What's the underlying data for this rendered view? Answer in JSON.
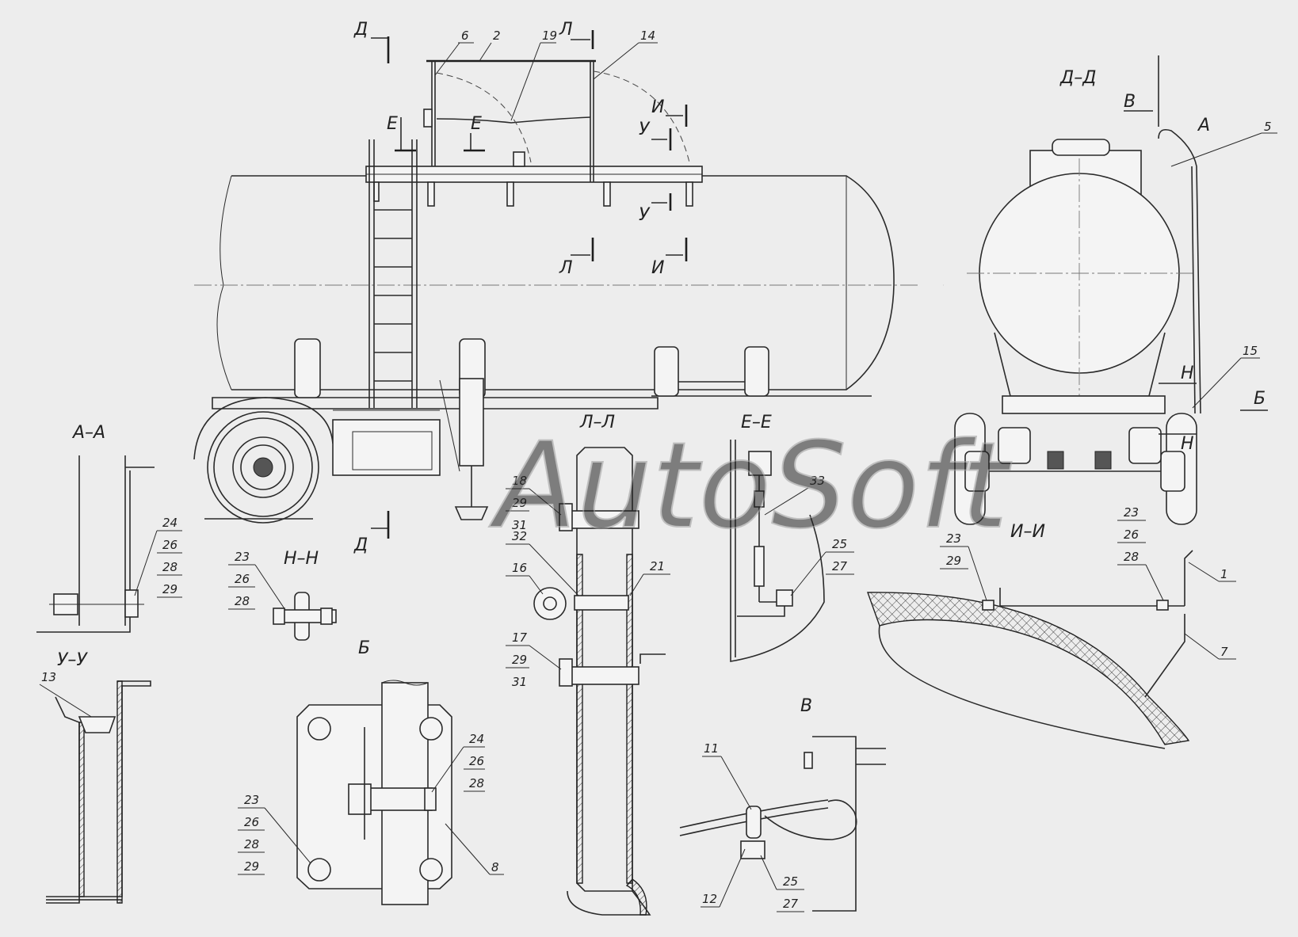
{
  "watermark": "AutoSoft",
  "sections": {
    "dd_top": "Д",
    "dd_bottom": "Д",
    "dd_view": "Д–Д",
    "e_left": "Е",
    "e_right": "Е",
    "ee_view": "Е–Е",
    "l_top": "Л",
    "l_bottom": "Л",
    "ll_view": "Л–Л",
    "i_top": "И",
    "i_bottom": "И",
    "ii_view": "И–И",
    "u_top": "У",
    "u_bottom": "У",
    "uu_view": "У–У",
    "aa_view": "А–А",
    "a_marker": "А",
    "nn_view": "Н–Н",
    "n_marker_1": "Н",
    "n_marker_2": "Н",
    "v_marker": "В",
    "v_view": "В",
    "b_marker": "Б",
    "b_view": "Б"
  },
  "callouts": {
    "top_6": "6",
    "top_2": "2",
    "top_19": "19",
    "top_14": "14",
    "dd_5": "5",
    "dd_15": "15",
    "aa_24": "24",
    "aa_26": "26",
    "aa_28": "28",
    "aa_29": "29",
    "nn_23": "23",
    "nn_26": "26",
    "nn_28": "28",
    "uu_13": "13",
    "b_24": "24",
    "b_26": "26",
    "b_28": "28",
    "b_8": "8",
    "b_23": "23",
    "b_26b": "26",
    "b_28b": "28",
    "b_29": "29",
    "ll_18": "18",
    "ll_29a": "29",
    "ll_31a": "31",
    "ll_32": "32",
    "ll_16": "16",
    "ll_21": "21",
    "ll_17": "17",
    "ll_29b": "29",
    "ll_31b": "31",
    "ee_33": "33",
    "ee_25": "25",
    "ee_27": "27",
    "ii_23a": "23",
    "ii_29": "29",
    "ii_23b": "23",
    "ii_26": "26",
    "ii_28": "28",
    "ii_1": "1",
    "ii_7": "7",
    "v_11": "11",
    "v_12": "12",
    "v_25": "25",
    "v_27": "27"
  }
}
